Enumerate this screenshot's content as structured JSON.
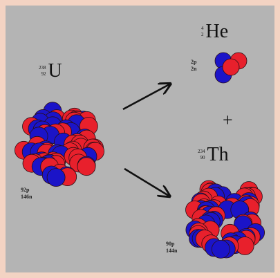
{
  "reaction": {
    "parent": {
      "symbol": "U",
      "mass_number": "238",
      "atomic_number": "92",
      "protons": "92p",
      "neutrons": "146n"
    },
    "alpha": {
      "symbol": "He",
      "mass_number": "4",
      "atomic_number": "2",
      "protons": "2p",
      "neutrons": "2n"
    },
    "daughter": {
      "symbol": "Th",
      "mass_number": "234",
      "atomic_number": "90",
      "protons": "90p",
      "neutrons": "144n"
    },
    "plus_sign": "+"
  },
  "colors": {
    "background": "#b4b4b4",
    "border": "#f3d3c3",
    "proton": "#e8202c",
    "neutron": "#1b14c8",
    "arrow": "#111111"
  }
}
